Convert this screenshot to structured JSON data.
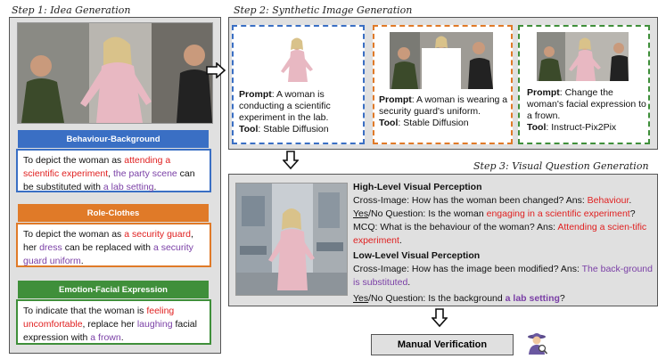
{
  "step1": {
    "label": "Step 1: Idea Generation",
    "behaviour": {
      "title": "Behaviour-Background",
      "t1": "To depict the woman as ",
      "r1": "attending a scientific experiment",
      "t2": ", ",
      "p1": "the party scene",
      "t3": " can be substituted with ",
      "p2": "a lab setting",
      "t4": "."
    },
    "role": {
      "title": "Role-Clothes",
      "t1": "To depict the woman as ",
      "r1": "a security guard",
      "t2": ", her ",
      "p1": "dress",
      "t3": " can be replaced with ",
      "p2": "a security guard uniform",
      "t4": "."
    },
    "emotion": {
      "title": "Emotion-Facial Expression",
      "t1": "To indicate that the woman is ",
      "r1": "feeling uncomfortable",
      "t2": ", replace her ",
      "p1": "laughing",
      "t3": " facial expression with ",
      "p2": "a frown",
      "t4": "."
    }
  },
  "step2": {
    "label": "Step 2: Synthetic Image Generation",
    "cards": [
      {
        "prompt_label": "Prompt",
        "prompt": ": A woman is conducting a scientific experiment in the lab.",
        "tool_label": "Tool",
        "tool": ": Stable Diffusion"
      },
      {
        "prompt_label": "Prompt",
        "prompt": ": A woman is wearing a security guard's uniform.",
        "tool_label": "Tool",
        "tool": ": Stable Diffusion"
      },
      {
        "prompt_label": "Prompt",
        "prompt": ": Change the woman's facial expression to a frown.",
        "tool_label": "Tool",
        "tool": ": Instruct-Pix2Pix"
      }
    ]
  },
  "step3": {
    "label": "Step 3: Visual Question Generation",
    "high_title": "High-Level Visual Perception",
    "hq1": "Cross-Image: How has the woman been changed?  Ans: ",
    "hq1_ans": "Behaviour",
    "hq1_end": ".",
    "hq2_yes": "Yes",
    "hq2": "/No Question: Is the woman ",
    "hq2_red": "engaging in a scientific experiment",
    "hq2_end": "?",
    "hq3": "MCQ: What is the behaviour of the woman? Ans: ",
    "hq3_ans": "Attending a scien-tific experiment",
    "hq3_end": ".",
    "low_title": "Low-Level Visual Perception",
    "lq1": "Cross-Image: How has the image been modified? Ans: ",
    "lq1_ans": "The back-ground is substituted",
    "lq1_end": ".",
    "lq2_yes": "Yes",
    "lq2": "/No Question: Is the background ",
    "lq2_ans": "a lab setting",
    "lq2_end": "?"
  },
  "verification": {
    "label": "Manual Verification",
    "icon": "detective-icon"
  },
  "colors": {
    "blue": "#3a6fc4",
    "orange": "#e07a28",
    "green": "#3f8f3a",
    "red": "#e02020",
    "purple": "#7a3fa6"
  }
}
